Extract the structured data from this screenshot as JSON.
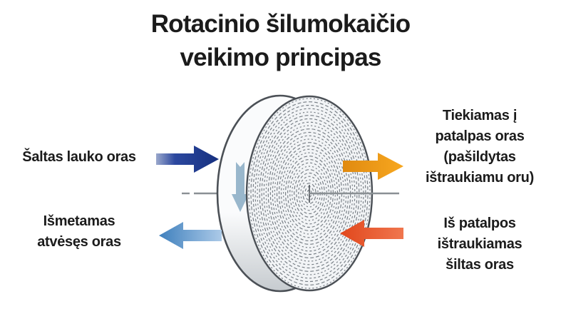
{
  "title": "Rotacinio šilumokaičio\nveikimo principas",
  "diagram": {
    "subject": "Rotary heat exchanger working principle",
    "labels": {
      "cold_outdoor_air": "Šaltas lauko oras",
      "exhaust_cooled_air": "Išmetamas\natvėsęs oras",
      "supply_air": "Tiekiamas į\npatalpas oras\n(pašildytas\ništraukiamu oru)",
      "extract_warm_air": "Iš patalpos\ništraukiamas\nšiltas oras"
    },
    "icons": {
      "cold_air_arrow": "arrow-right",
      "exhaust_air_arrow": "arrow-left",
      "supply_air_arrow": "arrow-right",
      "extract_air_arrow": "arrow-left",
      "rotation_arrow": "arrow-down"
    },
    "colors": {
      "text": "#1b1b1b",
      "background": "#ffffff",
      "cold_arrow_tail": "#9aa8cc",
      "cold_arrow_mid": "#2c489f",
      "cold_arrow_head": "#16307f",
      "exhaust_arrow_head": "#3f80bd",
      "exhaust_arrow_tail": "#accae8",
      "supply_arrow_tail": "#e08a10",
      "supply_arrow_head": "#f7a71f",
      "extract_arrow_head": "#e1471c",
      "extract_arrow_tail": "#f0764e",
      "rotation_arrow": "#93b3c9",
      "wheel_outline": "#4b5056",
      "wheel_face_fill": "#f2f4f6",
      "wheel_rim_light": "#fafbfc",
      "wheel_rim_dark": "#c6cbcf",
      "wheel_texture": "#767d84",
      "axle": "#8a9094"
    }
  }
}
